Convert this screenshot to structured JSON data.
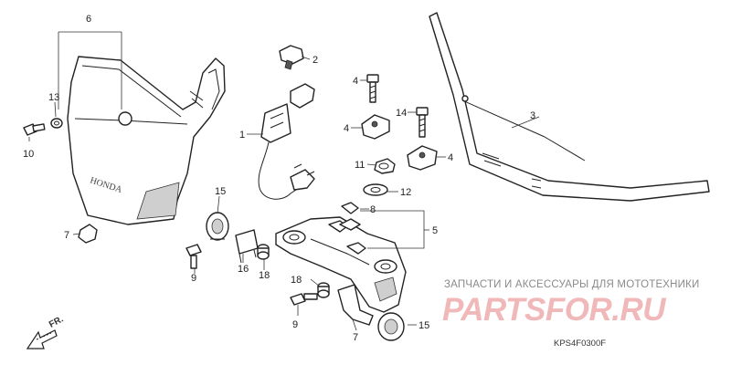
{
  "callouts": [
    {
      "num": "6"
    },
    {
      "num": "13"
    },
    {
      "num": "10"
    },
    {
      "num": "7"
    },
    {
      "num": "2"
    },
    {
      "num": "1"
    },
    {
      "num": "4"
    },
    {
      "num": "4"
    },
    {
      "num": "14"
    },
    {
      "num": "4"
    },
    {
      "num": "11"
    },
    {
      "num": "12"
    },
    {
      "num": "3"
    },
    {
      "num": "8"
    },
    {
      "num": "5"
    },
    {
      "num": "15"
    },
    {
      "num": "9"
    },
    {
      "num": "16"
    },
    {
      "num": "18"
    },
    {
      "num": "18"
    },
    {
      "num": "9"
    },
    {
      "num": "7"
    },
    {
      "num": "15"
    }
  ],
  "headlight_brand": "HONDA",
  "front_label": "FR.",
  "watermark": {
    "subtitle": "ЗАПЧАСТИ И АКСЕССУАРЫ ДЛЯ МОТОТЕХНИКИ",
    "logo": "PARTSFOR.RU"
  },
  "diagram_code": "KPS4F0300F",
  "colors": {
    "line": "#222222",
    "watermark": "#f0b8b8",
    "background": "#ffffff"
  }
}
